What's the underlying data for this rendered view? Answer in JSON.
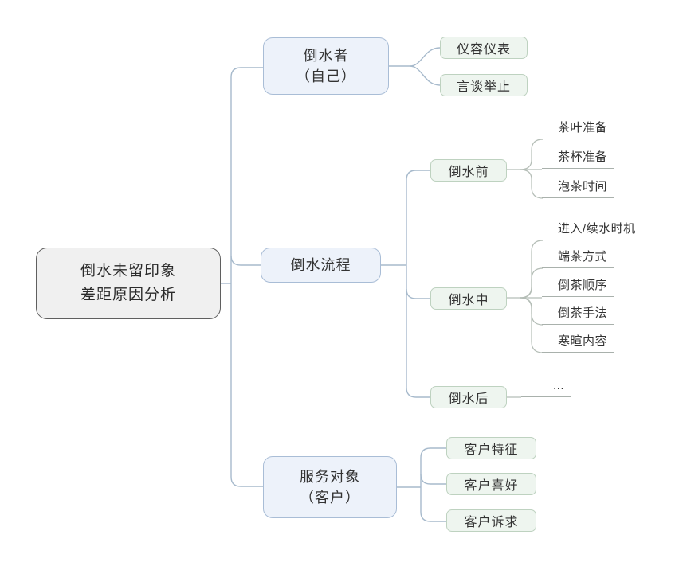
{
  "colors": {
    "background": "#ffffff",
    "root_fill": "#f0f0f0",
    "root_border": "#5f5f5f",
    "branch_fill": "#edf2fa",
    "branch_border": "#a9bdd6",
    "topic_fill": "#eef5ef",
    "topic_border": "#bed2c0",
    "connector_blue": "#a7bacc",
    "connector_gray": "#b4bdb6",
    "leaf_underline": "#a9b1ac",
    "text": "#333333"
  },
  "mindmap": {
    "root": {
      "label_line1": "倒水未留印象",
      "label_line2": "差距原因分析"
    },
    "branches": [
      {
        "label_line1": "倒水者",
        "label_line2": "（自己）",
        "children": [
          {
            "label": "仪容仪表"
          },
          {
            "label": "言谈举止"
          }
        ]
      },
      {
        "label_line1": "倒水流程",
        "children": [
          {
            "label": "倒水前",
            "leaves": [
              "茶叶准备",
              "茶杯准备",
              "泡茶时间"
            ]
          },
          {
            "label": "倒水中",
            "leaves": [
              "进入/续水时机",
              "端茶方式",
              "倒茶顺序",
              "倒茶手法",
              "寒暄内容"
            ]
          },
          {
            "label": "倒水后",
            "leaves": [
              "..."
            ]
          }
        ]
      },
      {
        "label_line1": "服务对象",
        "label_line2": "（客户）",
        "children": [
          {
            "label": "客户特征"
          },
          {
            "label": "客户喜好"
          },
          {
            "label": "客户诉求"
          }
        ]
      }
    ]
  }
}
